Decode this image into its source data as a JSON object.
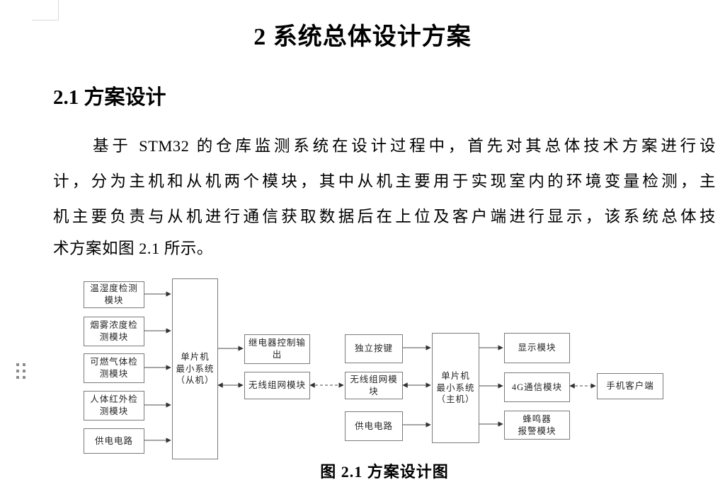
{
  "page": {
    "title": "2 系统总体设计方案",
    "section_heading": "2.1 方案设计",
    "paragraph_lines": [
      "基于 STM32 的仓库监测系统在设计过程中，首先对其总体技术方案进行设",
      "计，分为主机和从机两个模块，其中从机主要用于实现室内的环境变量检测，主",
      "机主要负责与从机进行通信获取数据后在上位及客户端进行显示，该系统总体技",
      "术方案如图 2.1 所示。"
    ],
    "figure_caption": "图 2.1 方案设计图"
  },
  "diagram": {
    "nodes": {
      "temp_humidity": "温湿度检测\n模块",
      "smoke": "烟雾浓度检\n测模块",
      "gas": "可燃气体检\n测模块",
      "pir": "人体红外检\n测模块",
      "power_slave": "供电电路",
      "mcu_slave": "单片机\n最小系统\n（从机）",
      "relay": "继电器控制输\n出",
      "mesh_left": "无线组网模块",
      "key": "独立按键",
      "mesh_right": "无线组网模块",
      "power_master": "供电电路",
      "mcu_master": "单片机\n最小系统\n（主机）",
      "display": "显示模块",
      "g4": "4G通信模块",
      "buzzer": "蜂鸣器\n报警模块",
      "phone": "手机客户端"
    },
    "colors": {
      "box_border": "#7a7a7a",
      "line": "#4d4d4d",
      "text": "#262626"
    }
  }
}
